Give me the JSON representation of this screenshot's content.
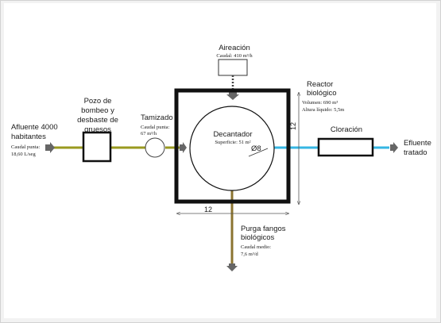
{
  "colors": {
    "influent_pipe": "#9a9a1f",
    "effluent_pipe": "#35b6e3",
    "sludge_pipe": "#8b7430",
    "outline": "#111111",
    "arrow": "#666666",
    "dimension": "#555555"
  },
  "icons": [
    "arrow-right-icon",
    "arrow-down-icon"
  ],
  "diagram": {
    "influent": {
      "title_line1": "Afluente 4000",
      "title_line2": "habitantes",
      "detail_line1": "Caudal punta:",
      "detail_line2": "18,60 L/seg"
    },
    "pumping_well": {
      "line1": "Pozo de",
      "line2": "bombeo y",
      "line3": "desbaste de",
      "line4": "gruesos"
    },
    "screening": {
      "title": "Tamizado",
      "detail_line1": "Caudal punta:",
      "detail_line2": "67 m³/h"
    },
    "aeration": {
      "title": "Aireación",
      "detail": "Caudal: 410 m³/h"
    },
    "reactor": {
      "title_line1": "Reactor",
      "title_line2": "biológico",
      "detail_line1": "Volumen: 690 m³",
      "detail_line2": "Altura líquido: 5,5m",
      "dim_side": "12",
      "dim_bottom": "12"
    },
    "clarifier": {
      "title": "Decantador",
      "detail": "Superficie: 51 m²",
      "diameter": "Ø8"
    },
    "chlorination": {
      "title": "Cloración"
    },
    "effluent": {
      "line1": "Efluente",
      "line2": "tratado"
    },
    "sludge": {
      "title_line1": "Purga fangos",
      "title_line2": "biológicos",
      "detail_line1": "Caudal medio:",
      "detail_line2": "7,6 m³/d"
    }
  }
}
